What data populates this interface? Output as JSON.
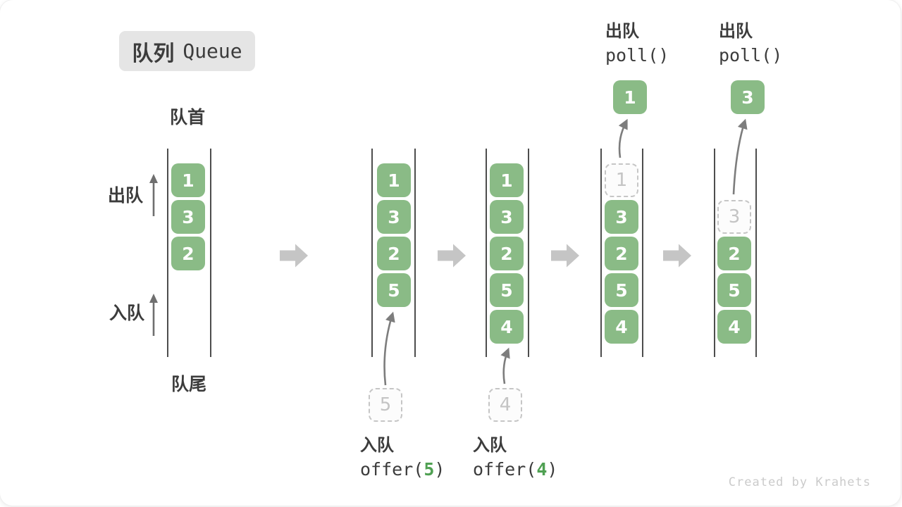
{
  "diagram": {
    "title": {
      "zh": "队列",
      "en": "Queue"
    },
    "labels": {
      "front": "队首",
      "rear": "队尾",
      "dequeue": "出队",
      "enqueue": "入队"
    },
    "watermark": "Created by Krahets"
  },
  "colors": {
    "box-green": "#8ABB86",
    "code-green": "#4FA052",
    "text-dark": "#3C3C3C",
    "arrow-gray": "#757575",
    "block-arrow-gray": "#C5C5C5",
    "dashed-gray": "#C6C6C6",
    "badge-bg": "#E5E5E5",
    "watermark-gray": "#CBCBCB"
  },
  "queues": [
    {
      "slots": [
        "1",
        "3",
        "2"
      ]
    },
    {
      "slots": [
        "1",
        "3",
        "2",
        "5"
      ],
      "incoming": "5"
    },
    {
      "slots": [
        "1",
        "3",
        "2",
        "5",
        "4"
      ],
      "incoming": "4"
    },
    {
      "slots": [
        "1",
        "3",
        "2",
        "5",
        "4"
      ],
      "popped": "1"
    },
    {
      "slots": [
        "",
        "3",
        "2",
        "5",
        "4"
      ],
      "popped": "3"
    }
  ],
  "operations": {
    "enqueue5": {
      "label": "入队",
      "code_fn": "offer(",
      "code_arg": "5",
      "code_close": ")"
    },
    "enqueue4": {
      "label": "入队",
      "code_fn": "offer(",
      "code_arg": "4",
      "code_close": ")"
    },
    "poll_first": {
      "label": "出队",
      "code": "poll()"
    },
    "poll_second": {
      "label": "出队",
      "code": "poll()"
    }
  }
}
